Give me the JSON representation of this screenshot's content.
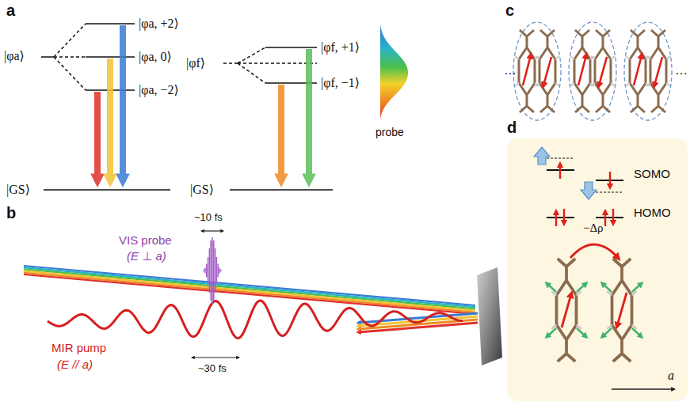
{
  "diagram": {
    "labels": [
      "a",
      "|φa⟩",
      "|φa, +2⟩",
      "|φa, 0⟩",
      "|φa, −2⟩",
      "|GS⟩",
      "|φf⟩",
      "|φf, +1⟩",
      "|φf, −1⟩",
      "|GS⟩",
      "probe",
      "b",
      "~10 fs",
      "VIS probe",
      "(E ⊥ a)",
      "MIR pump",
      "(E // a)",
      "~30 fs",
      "c",
      "…",
      "…",
      "d",
      "SOMO",
      "HOMO",
      "−Δρ",
      "a"
    ]
  }
}
